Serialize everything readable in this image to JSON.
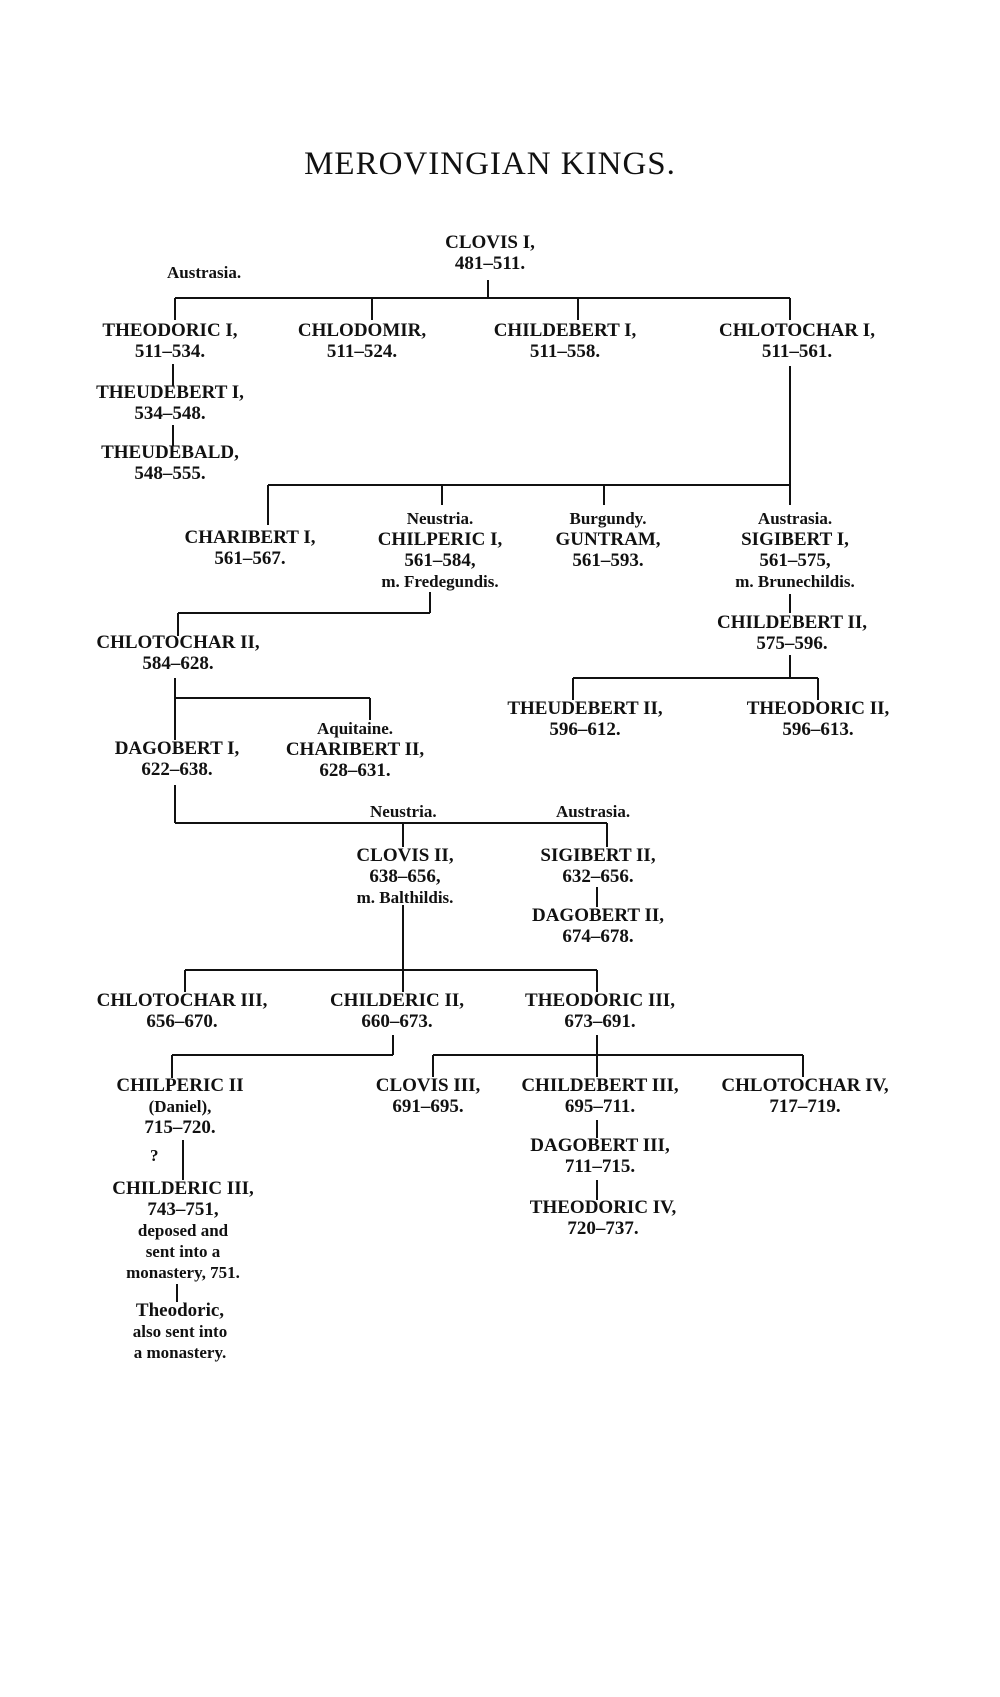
{
  "title": "MEROVINGIAN KINGS.",
  "labels": {
    "austrasia_top": "Austrasia.",
    "neustria_mid": "Neustria.",
    "austrasia_mid": "Austrasia.",
    "uncertain_mark": "?"
  },
  "nodes": {
    "clovis1": {
      "name": "CLOVIS I,",
      "reign": "481–511."
    },
    "theodoric1": {
      "name": "THEODORIC I,",
      "reign": "511–534."
    },
    "chlodomir": {
      "name": "CHLODOMIR,",
      "reign": "511–524."
    },
    "childebert1": {
      "name": "CHILDEBERT I,",
      "reign": "511–558."
    },
    "chlotochar1": {
      "name": "CHLOTOCHAR I,",
      "reign": "511–561."
    },
    "theudebert1": {
      "name": "THEUDEBERT I,",
      "reign": "534–548."
    },
    "theudebald": {
      "name": "THEUDEBALD,",
      "reign": "548–555."
    },
    "charibert1": {
      "name": "CHARIBERT I,",
      "reign": "561–567."
    },
    "chilperic1": {
      "region": "Neustria.",
      "name": "CHILPERIC I,",
      "reign": "561–584,",
      "notes": [
        "m. Fredegundis."
      ]
    },
    "guntram": {
      "region": "Burgundy.",
      "name": "GUNTRAM,",
      "reign": "561–593."
    },
    "sigibert1": {
      "region": "Austrasia.",
      "name": "SIGIBERT I,",
      "reign": "561–575,",
      "notes": [
        "m. Brunechildis."
      ]
    },
    "chlotochar2": {
      "name": "CHLOTOCHAR II,",
      "reign": "584–628."
    },
    "childebert2": {
      "name": "CHILDEBERT II,",
      "reign": "575–596."
    },
    "theudebert2": {
      "name": "THEUDEBERT II,",
      "reign": "596–612."
    },
    "theodoric2": {
      "name": "THEODORIC II,",
      "reign": "596–613."
    },
    "dagobert1": {
      "name": "DAGOBERT I,",
      "reign": "622–638."
    },
    "charibert2": {
      "region": "Aquitaine.",
      "name": "CHARIBERT II,",
      "reign": "628–631."
    },
    "clovis2": {
      "name": "CLOVIS II,",
      "reign": "638–656,",
      "notes": [
        "m. Balthildis."
      ]
    },
    "sigibert2": {
      "name": "SIGIBERT II,",
      "reign": "632–656."
    },
    "dagobert2": {
      "name": "DAGOBERT II,",
      "reign": "674–678."
    },
    "chlotochar3": {
      "name": "CHLOTOCHAR III,",
      "reign": "656–670."
    },
    "childeric2": {
      "name": "CHILDERIC II,",
      "reign": "660–673."
    },
    "theodoric3": {
      "name": "THEODORIC III,",
      "reign": "673–691."
    },
    "chilperic2": {
      "name": "CHILPERIC II",
      "notes_before": "(Daniel),",
      "reign": "715–720."
    },
    "childeric3": {
      "name": "CHILDERIC III,",
      "reign": "743–751,",
      "notes": [
        "deposed and",
        "sent into a",
        "monastery, 751."
      ]
    },
    "theodoric_last": {
      "name": "Theodoric,",
      "notes": [
        "also sent into",
        "a monastery."
      ]
    },
    "clovis3": {
      "name": "CLOVIS III,",
      "reign": "691–695."
    },
    "childebert3": {
      "name": "CHILDEBERT III,",
      "reign": "695–711."
    },
    "dagobert3": {
      "name": "DAGOBERT III,",
      "reign": "711–715."
    },
    "theodoric4": {
      "name": "THEODORIC IV,",
      "reign": "720–737."
    },
    "chlotochar4": {
      "name": "CHLOTOCHAR IV,",
      "reign": "717–719."
    }
  }
}
